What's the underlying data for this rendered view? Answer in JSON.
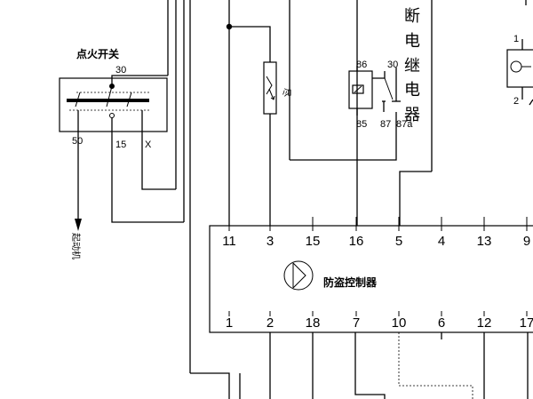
{
  "ignition_switch": {
    "label": "点火开关",
    "terminals": {
      "t30": "30",
      "t50": "50",
      "t15": "15",
      "tx": "X"
    }
  },
  "starter_arrow_label": "起动机",
  "relay": {
    "label_chars": [
      "断",
      "电",
      "继",
      "电",
      "器"
    ],
    "terminals": {
      "t86": "86",
      "t30": "30",
      "t85": "85",
      "t87": "87",
      "t87a": "87a"
    }
  },
  "component_right": {
    "pin_top": "1",
    "pin_bottom": "2"
  },
  "controller": {
    "label": "防盗控制器",
    "top_pins": [
      "11",
      "3",
      "15",
      "16",
      "5",
      "4",
      "13",
      "9"
    ],
    "bottom_pins": [
      "1",
      "2",
      "18",
      "7",
      "10",
      "6",
      "12",
      "17"
    ]
  }
}
